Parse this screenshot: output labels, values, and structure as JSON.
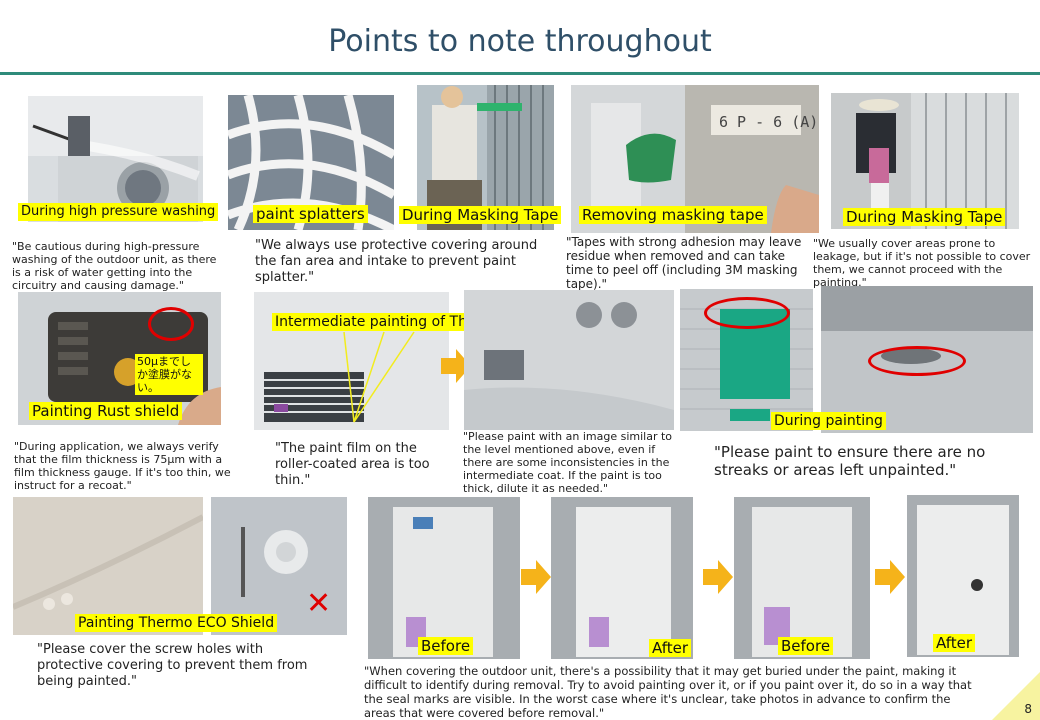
{
  "title": "Points to note throughout",
  "page_number": "8",
  "labels": {
    "pressure_washing": "During high pressure washing",
    "paint_splatters": "paint splatters",
    "masking_tape_1": "During Masking Tape",
    "removing_tape": "Removing masking tape",
    "masking_tape_2": "During Masking Tape",
    "rust_shield": "Painting Rust shield",
    "intermediate": "Intermediate painting of Thermo ECO Shield",
    "during_painting": "During painting",
    "thermo_eco": "Painting Thermo ECO Shield",
    "before_1": "Before",
    "after_1": "After",
    "before_2": "Before",
    "after_2": "After",
    "jp_note": "50μまでしか塗膜がない。",
    "seal_text": "6 P - 6 (A)"
  },
  "notes": {
    "pressure": "\"Be cautious during high-pressure washing of the outdoor unit, as there is a risk of water getting into the circuitry and causing damage.\"",
    "covering": "\"We always use protective covering around the fan area and intake to prevent paint splatter.\"",
    "tapes": "\"Tapes with strong adhesion may leave residue when removed and can take time to peel off (including 3M masking tape).\"",
    "leakage": "\"We usually cover areas prone to leakage, but if it's not possible to cover them, we cannot proceed with the painting.\"",
    "thickness": "\"During application, we always verify that the film thickness is 75μm with a film thickness gauge. If it's too thin, we instruct for a recoat.\"",
    "roller": "\"The paint film on the roller-coated area is too thin.\"",
    "image": "\"Please paint with an image similar to the level mentioned above, even if there are some inconsistencies in the intermediate coat. If the paint is too thick, dilute it as needed.\"",
    "streaks": "\"Please paint to ensure there are no streaks or areas left unpainted.\"",
    "screw": "\"Please cover the screw holes with protective covering to prevent them from being painted.\"",
    "buried": "\"When covering the outdoor unit, there's a possibility that it may get buried under the paint, making it difficult to identify during removal. Try to avoid painting over it, or if you paint over it, do so in a way that the seal marks are visible. In the worst case where it's unclear, take photos in advance to confirm the areas that were covered before removal.\""
  },
  "colors": {
    "title": "#2f4f68",
    "rule": "#2e8b7a",
    "label_bg": "#ffff00",
    "arrow": "#f5b31a",
    "circle": "#e00000",
    "badge": "#f7f3a0"
  }
}
